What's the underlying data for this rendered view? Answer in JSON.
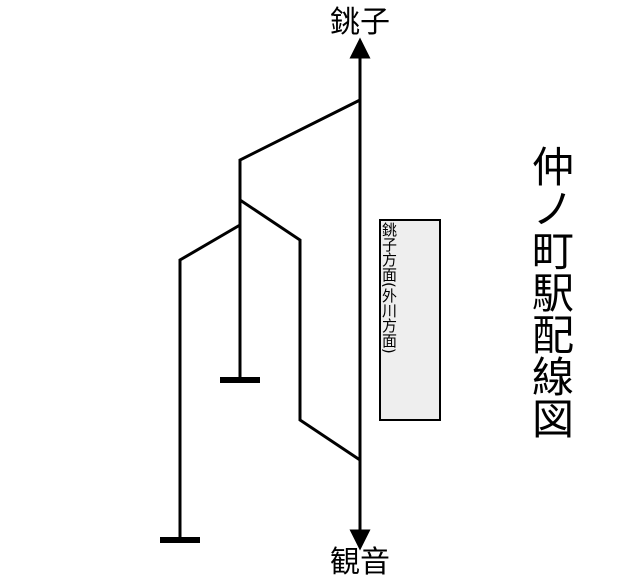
{
  "diagram": {
    "title": "仲ノ町駅配線図",
    "terminal_top": "銚子",
    "terminal_bottom": "観音",
    "platform_label": "銚子方面(外川方面)"
  }
}
